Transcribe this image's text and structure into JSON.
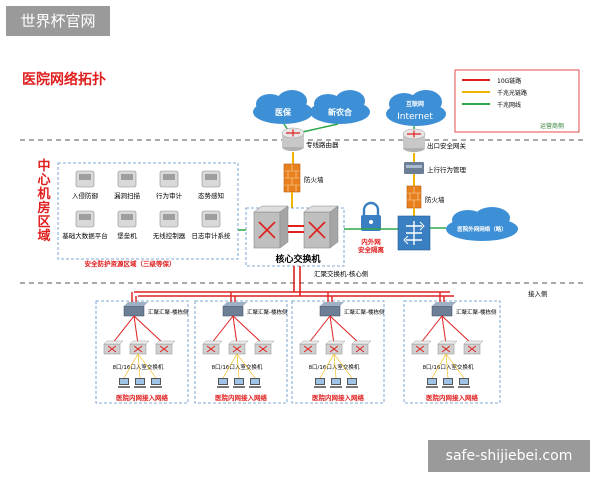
{
  "watermark": {
    "top": "世界杯官网",
    "bottom": "safe-shijiebei.com"
  },
  "title": "医院网络拓扑",
  "legend": {
    "items": [
      {
        "label": "10G链路",
        "color": "#e02020"
      },
      {
        "label": "千兆光链路",
        "color": "#f2b400"
      },
      {
        "label": "千兆网线",
        "color": "#2ea84a"
      }
    ],
    "footer": "运营商侧"
  },
  "clouds": {
    "yibao": "医保",
    "xinnonghe": "新农合",
    "internet_top": "互联网",
    "internet": "Internet",
    "external": "医院外网网络（略）"
  },
  "center_label": "中心机房区域",
  "security_zone": {
    "items": [
      "入侵防御",
      "漏洞扫描",
      "行为审计",
      "态势感知",
      "基础大数据平台",
      "堡垒机",
      "无线控制器",
      "日志审计系统"
    ],
    "caption": "安全防护资源区域（三级等保）"
  },
  "devices": {
    "dedicated_router": "专线路由器",
    "firewall_left": "防火墙",
    "core_switch": "核心交换机",
    "isolation": "内外网\n安全隔离",
    "egress_gateway": "出口安全网关",
    "behavior_mgmt": "上行行为管理",
    "firewall_right": "防火墙"
  },
  "aggregation_label": "汇聚交换机-核心侧",
  "access_side_label": "接入侧",
  "buildings": [
    {
      "agg": "汇聚汇聚-楼栋侧",
      "access": "8口/16口入室交换机",
      "caption": "医院内网接入网络"
    },
    {
      "agg": "汇聚汇聚-楼栋侧",
      "access": "8口/16口入室交换机",
      "caption": "医院内网接入网络"
    },
    {
      "agg": "汇聚汇聚-楼栋侧",
      "access": "8口/16口入室交换机",
      "caption": "医院内网接入网络"
    },
    {
      "agg": "汇聚汇聚-楼栋侧",
      "access": "8口/16口入室交换机",
      "caption": "医院内网接入网络"
    }
  ],
  "colors": {
    "red": "#e02020",
    "yellow": "#f2b400",
    "green": "#2ea84a",
    "blue": "#3a7fc1",
    "cloud": "#3d8fd6",
    "dash": "#555555",
    "dash_blue": "#5a8fc8"
  }
}
